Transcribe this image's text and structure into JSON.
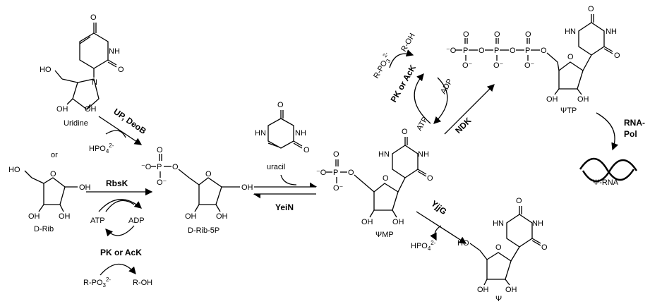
{
  "molecules": {
    "uridine": "Uridine",
    "or": "or",
    "d_rib": "D-Rib",
    "d_rib_5p": "D-Rib-5P",
    "uracil": "uracil",
    "psi_mp": "ΨMP",
    "psi_tp": "ΨTP",
    "psi": "Ψ",
    "psi_rna": "Ψ-RNA"
  },
  "enzymes": {
    "up_deob": "UP, DeoB",
    "rbsk": "RbsK",
    "pk_ack_1": "PK or AcK",
    "yein": "YeiN",
    "yjjg": "YjjG",
    "ndk": "NDK",
    "pk_ack_2": "PK or AcK",
    "rna_pol_1": "RNA-",
    "rna_pol_2": "Pol"
  },
  "cofactors": {
    "hpo4_1": "HPO",
    "hpo4_1_sub": "4",
    "hpo4_1_sup": "2-",
    "atp_1": "ATP",
    "adp_1": "ADP",
    "rpo3_1": "R-PO",
    "rpo3_1_sub": "3",
    "rpo3_1_sup": "2-",
    "roh_1": "R-OH",
    "hpo4_2": "HPO",
    "hpo4_2_sub": "4",
    "hpo4_2_sup": "2-",
    "rpo3_2": "R-PO",
    "rpo3_2_sub": "3",
    "rpo3_2_sup": "2-",
    "roh_2": "R-OH",
    "atp_2": "ATP",
    "adp_2": "ADP"
  },
  "atoms": {
    "oh": "OH",
    "ho": "HO",
    "o": "O",
    "nh": "NH",
    "hn": "HN",
    "n": "N",
    "h": "H",
    "p": "P",
    "o_minus": "O⁻",
    "minus_o": "⁻O"
  }
}
